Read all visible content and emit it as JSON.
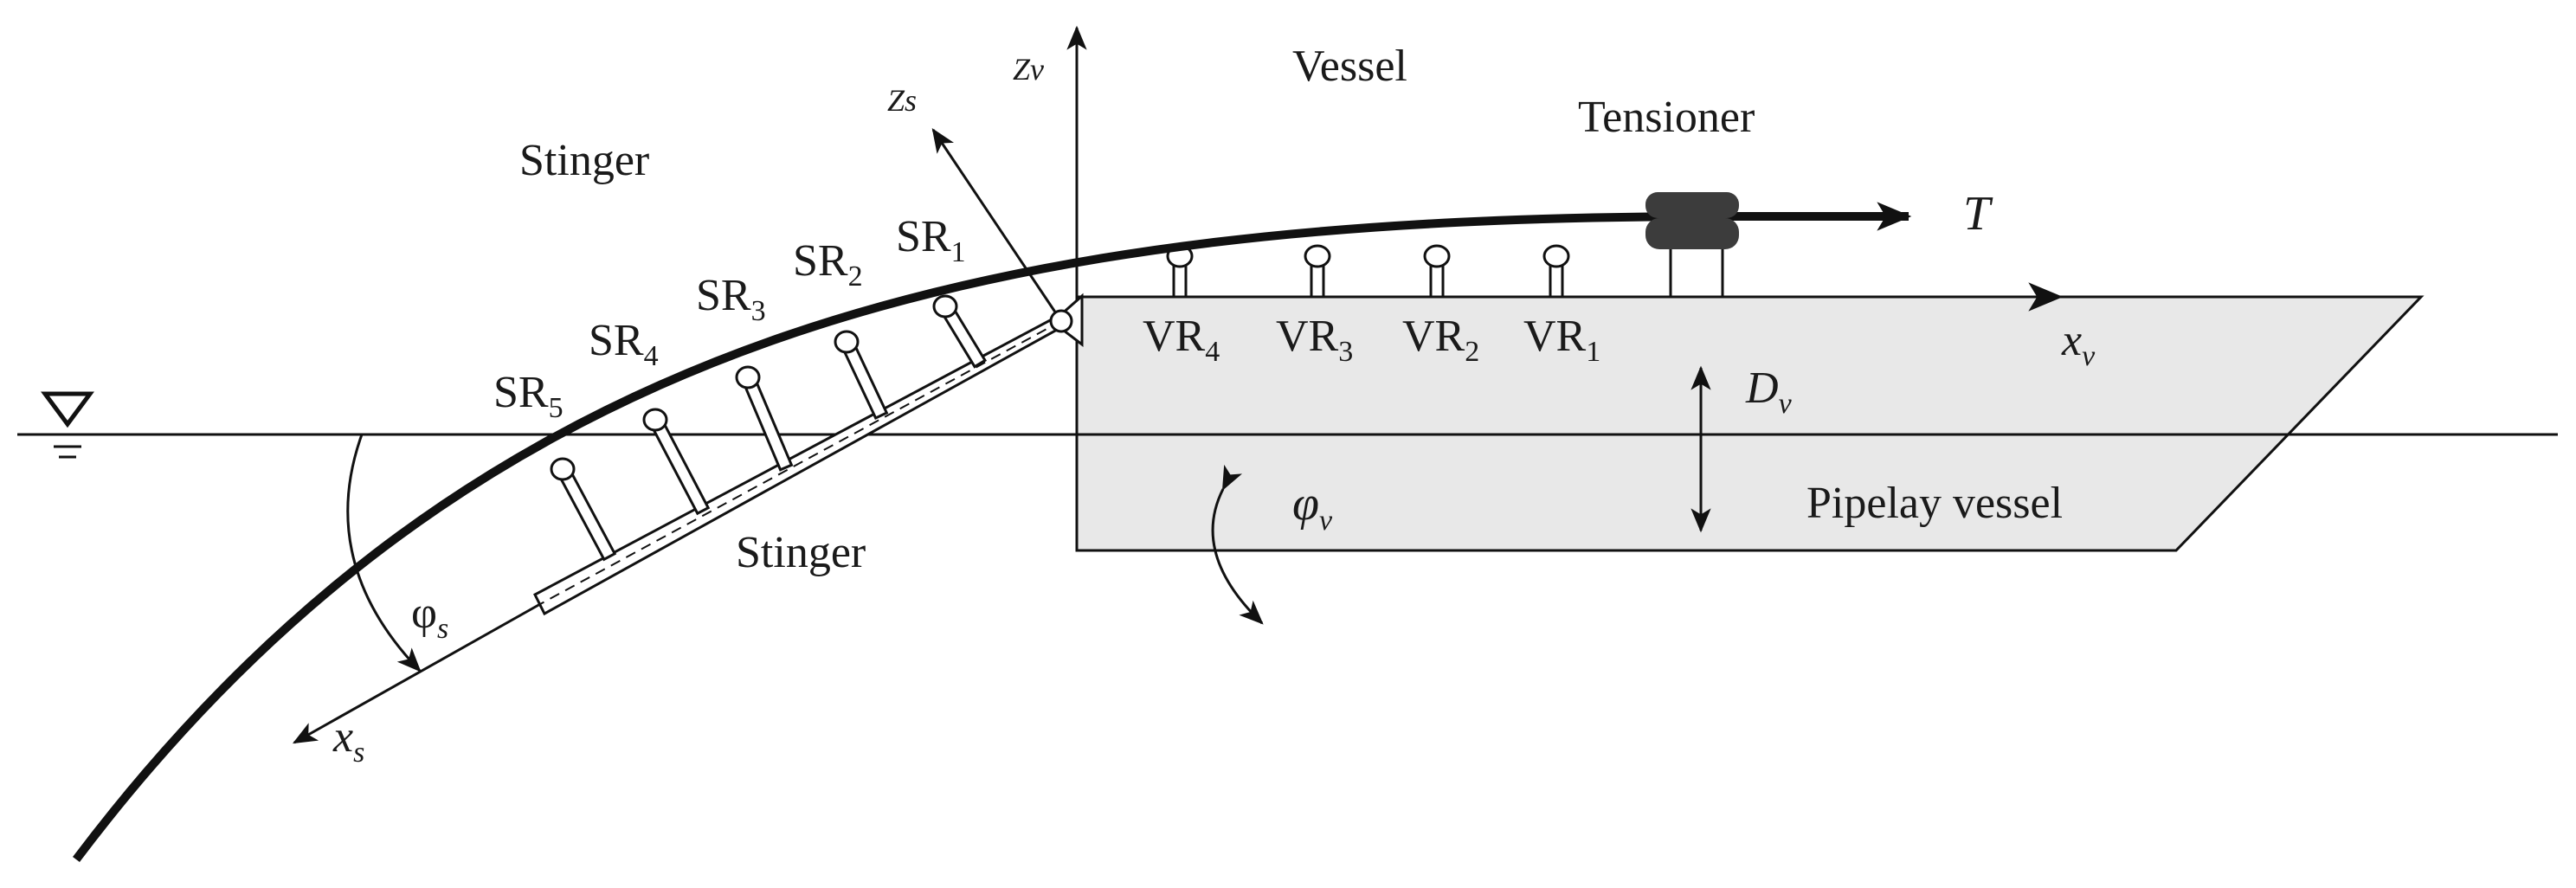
{
  "labels": {
    "vessel": "Vessel",
    "tensioner": "Tensioner",
    "stinger_top": "Stinger",
    "stinger_bottom": "Stinger",
    "pipelay_vessel": "Pipelay vessel",
    "tension": "T",
    "zv": "Zv",
    "zs": "Zs",
    "xv": {
      "base": "x",
      "sub": "v"
    },
    "xs": {
      "base": "x",
      "sub": "s"
    },
    "dv": {
      "base": "D",
      "sub": "v"
    },
    "phiv": {
      "base": "φ",
      "sub": "v"
    },
    "phis": {
      "base": "φ",
      "sub": "s"
    }
  },
  "stinger_rollers": [
    {
      "base": "SR",
      "sub": "1"
    },
    {
      "base": "SR",
      "sub": "2"
    },
    {
      "base": "SR",
      "sub": "3"
    },
    {
      "base": "SR",
      "sub": "4"
    },
    {
      "base": "SR",
      "sub": "5"
    }
  ],
  "vessel_rollers": [
    {
      "base": "VR",
      "sub": "4"
    },
    {
      "base": "VR",
      "sub": "3"
    },
    {
      "base": "VR",
      "sub": "2"
    },
    {
      "base": "VR",
      "sub": "1"
    }
  ],
  "colors": {
    "line": "#111111",
    "hull_fill": "#e8e8e8",
    "tensioner": "#3c3c3c"
  }
}
